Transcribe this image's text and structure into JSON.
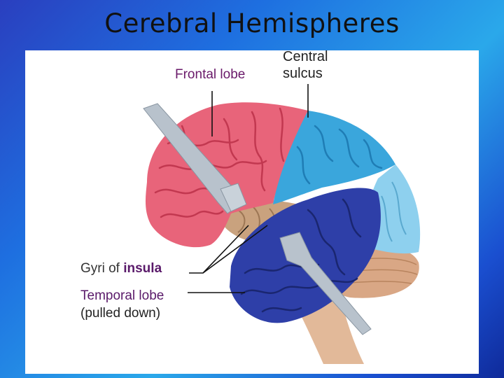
{
  "title": "Cerebral Hemispheres",
  "labels": {
    "frontal": "Frontal lobe",
    "central_line1": "Central",
    "central_line2": "sulcus",
    "gyri_prefix": "Gyri of",
    "gyri_bold": "insula",
    "temporal_line1": "Temporal lobe",
    "temporal_line2": "(pulled down)"
  },
  "colors": {
    "frontal_lobe": "#e8647a",
    "parietal_lobe": "#3aa6dc",
    "occipital_lobe": "#8ed0ee",
    "temporal_lobe": "#2e3fa8",
    "insula": "#c9a27e",
    "brainstem": "#e0b899",
    "cerebellum": "#d8a888",
    "retractor": "#b8c2cc"
  }
}
